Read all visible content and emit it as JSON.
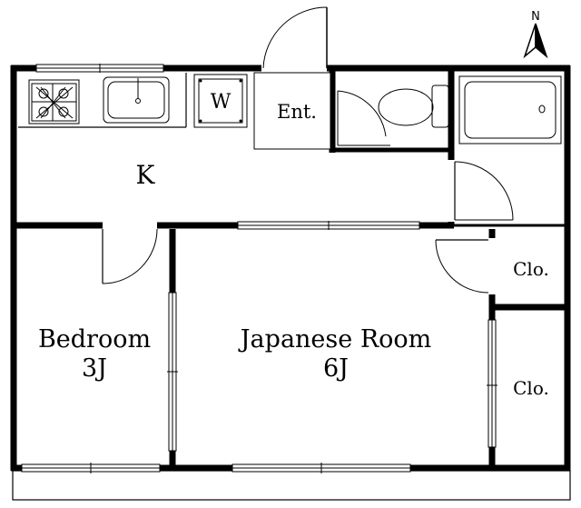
{
  "compass": {
    "letter": "N"
  },
  "rooms": {
    "kitchen": {
      "label": "K"
    },
    "washer": {
      "label": "W"
    },
    "entrance": {
      "label": "Ent."
    },
    "bedroom": {
      "label": "Bedroom",
      "size": "3J"
    },
    "japanese_room": {
      "label": "Japanese Room",
      "size": "6J"
    },
    "closet_upper": {
      "label": "Clo."
    },
    "closet_lower": {
      "label": "Clo."
    }
  }
}
